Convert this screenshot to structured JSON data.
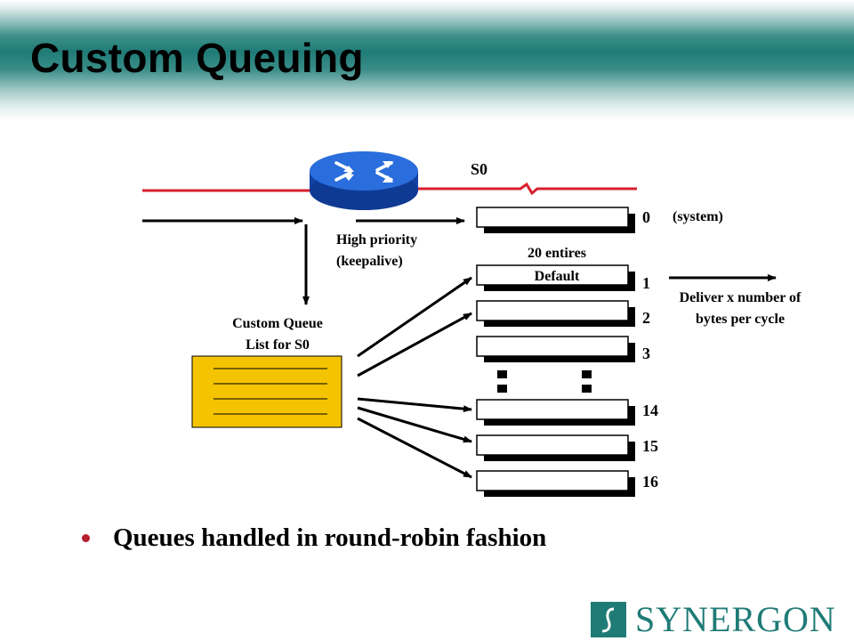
{
  "title": "Custom Queuing",
  "interface_label": "S0",
  "high_priority": {
    "line1": "High priority",
    "line2": "(keepalive)"
  },
  "custom_queue_list": {
    "line1": "Custom Queue",
    "line2": "List for S0"
  },
  "queue_default": {
    "entries_label": "20 entires",
    "name": "Default"
  },
  "queue_numbers": [
    "0",
    "1",
    "2",
    "3",
    "14",
    "15",
    "16"
  ],
  "system_label": "(system)",
  "deliver": {
    "line1": "Deliver x number of",
    "line2": "bytes per cycle"
  },
  "bullet": "Queues handled in round-robin fashion",
  "logo_text": "SYNERGON",
  "colors": {
    "accent_teal": "#1f7b76",
    "router_blue": "#1652c8",
    "link_red": "#d8202c",
    "list_yellow": "#f5c400",
    "bullet_red": "#b51f2f"
  },
  "icons": [
    "router-icon",
    "synergon-logo-icon",
    "bullet-dot"
  ]
}
